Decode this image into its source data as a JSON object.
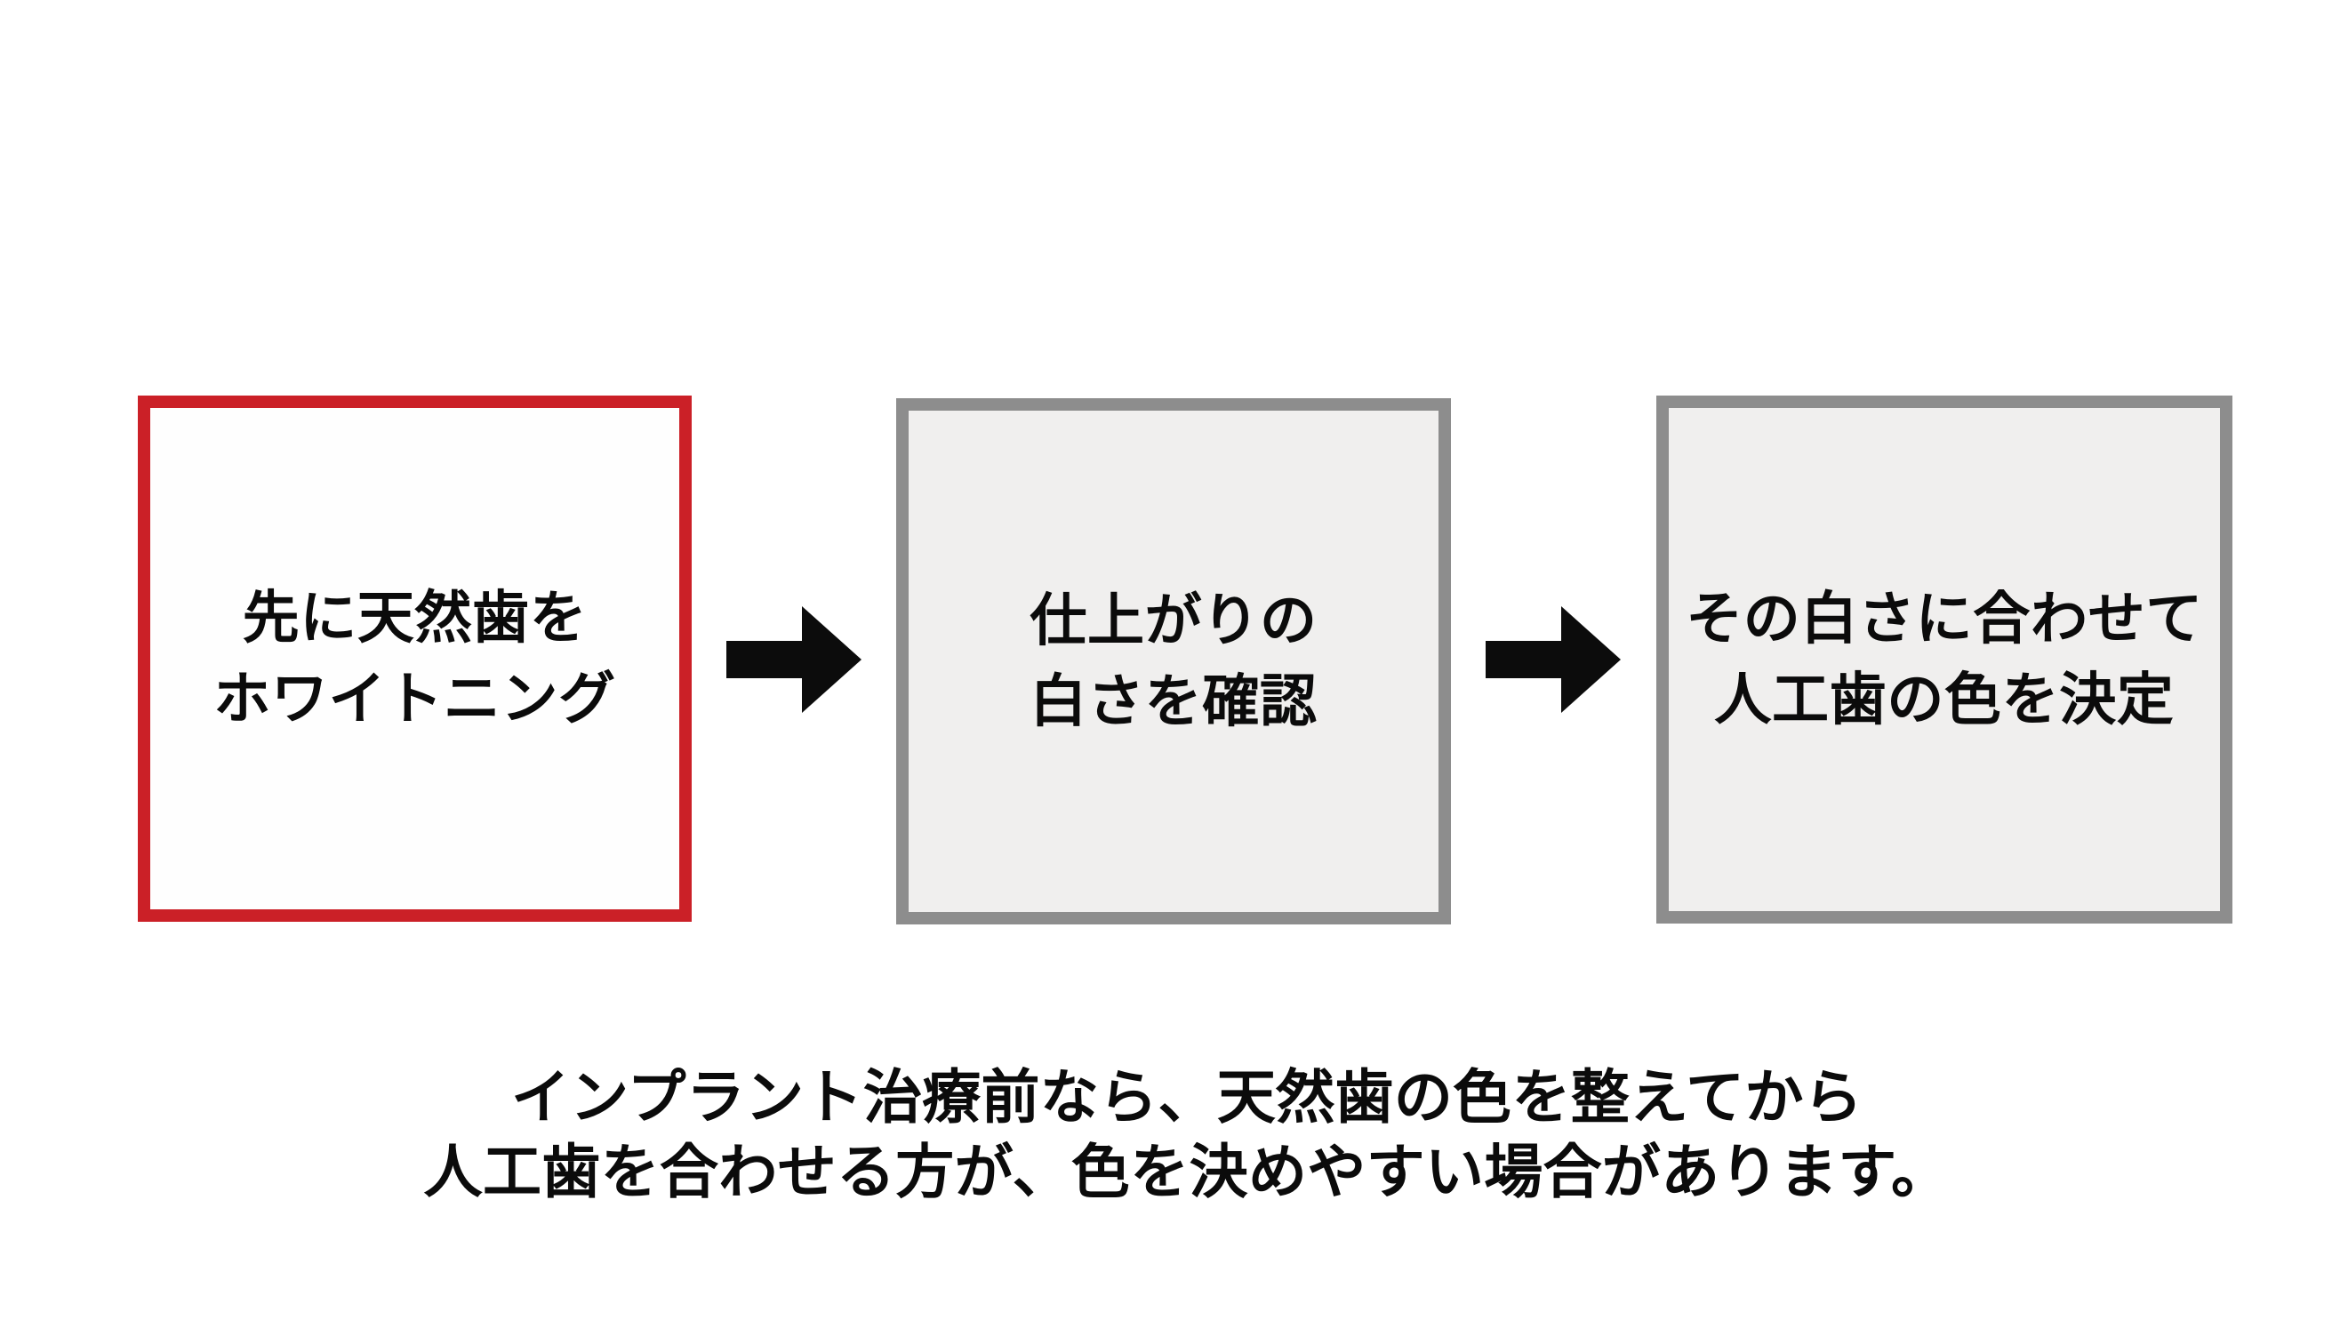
{
  "flow": {
    "steps": [
      {
        "id": "whitening",
        "line1": "先に天然歯を",
        "line2": "ホワイトニング",
        "highlighted": true
      },
      {
        "id": "check-whiteness",
        "line1": "仕上がりの",
        "line2": "白さを確認",
        "highlighted": false
      },
      {
        "id": "decide-color",
        "line1": "その白さに合わせて",
        "line2": "人工歯の色を決定",
        "highlighted": false
      }
    ],
    "arrow_icon": "right-arrow"
  },
  "caption": {
    "line1": "インプラント治療前なら、天然歯の色を整えてから",
    "line2": "人工歯を合わせる方が、色を決めやすい場合があります。"
  },
  "colors": {
    "background": "#ffffff",
    "text": "#0b0b0b",
    "arrow": "#0c0c0c",
    "highlight_border": "#cb2027",
    "highlight_fill": "#fefefe",
    "box_border": "#8d8d8d",
    "box_fill": "#f0efee"
  }
}
